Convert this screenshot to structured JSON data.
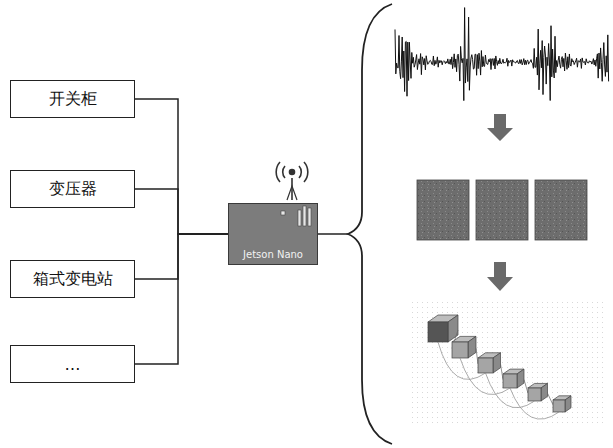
{
  "diagram": {
    "nodes": [
      {
        "text": [
          "开关柜"
        ]
      },
      {
        "text": [
          "变压器"
        ]
      },
      {
        "text": [
          "箱式变电站"
        ]
      },
      {
        "text": [
          "…"
        ]
      },
      {
        "text": [
          "Jetson Nano"
        ]
      }
    ],
    "edges": [
      {
        "from": 0,
        "to": 4,
        "arrow": "none"
      },
      {
        "from": 1,
        "to": 4,
        "arrow": "none"
      },
      {
        "from": 2,
        "to": 4,
        "arrow": "none"
      },
      {
        "from": 3,
        "to": 4,
        "arrow": "none"
      }
    ]
  }
}
